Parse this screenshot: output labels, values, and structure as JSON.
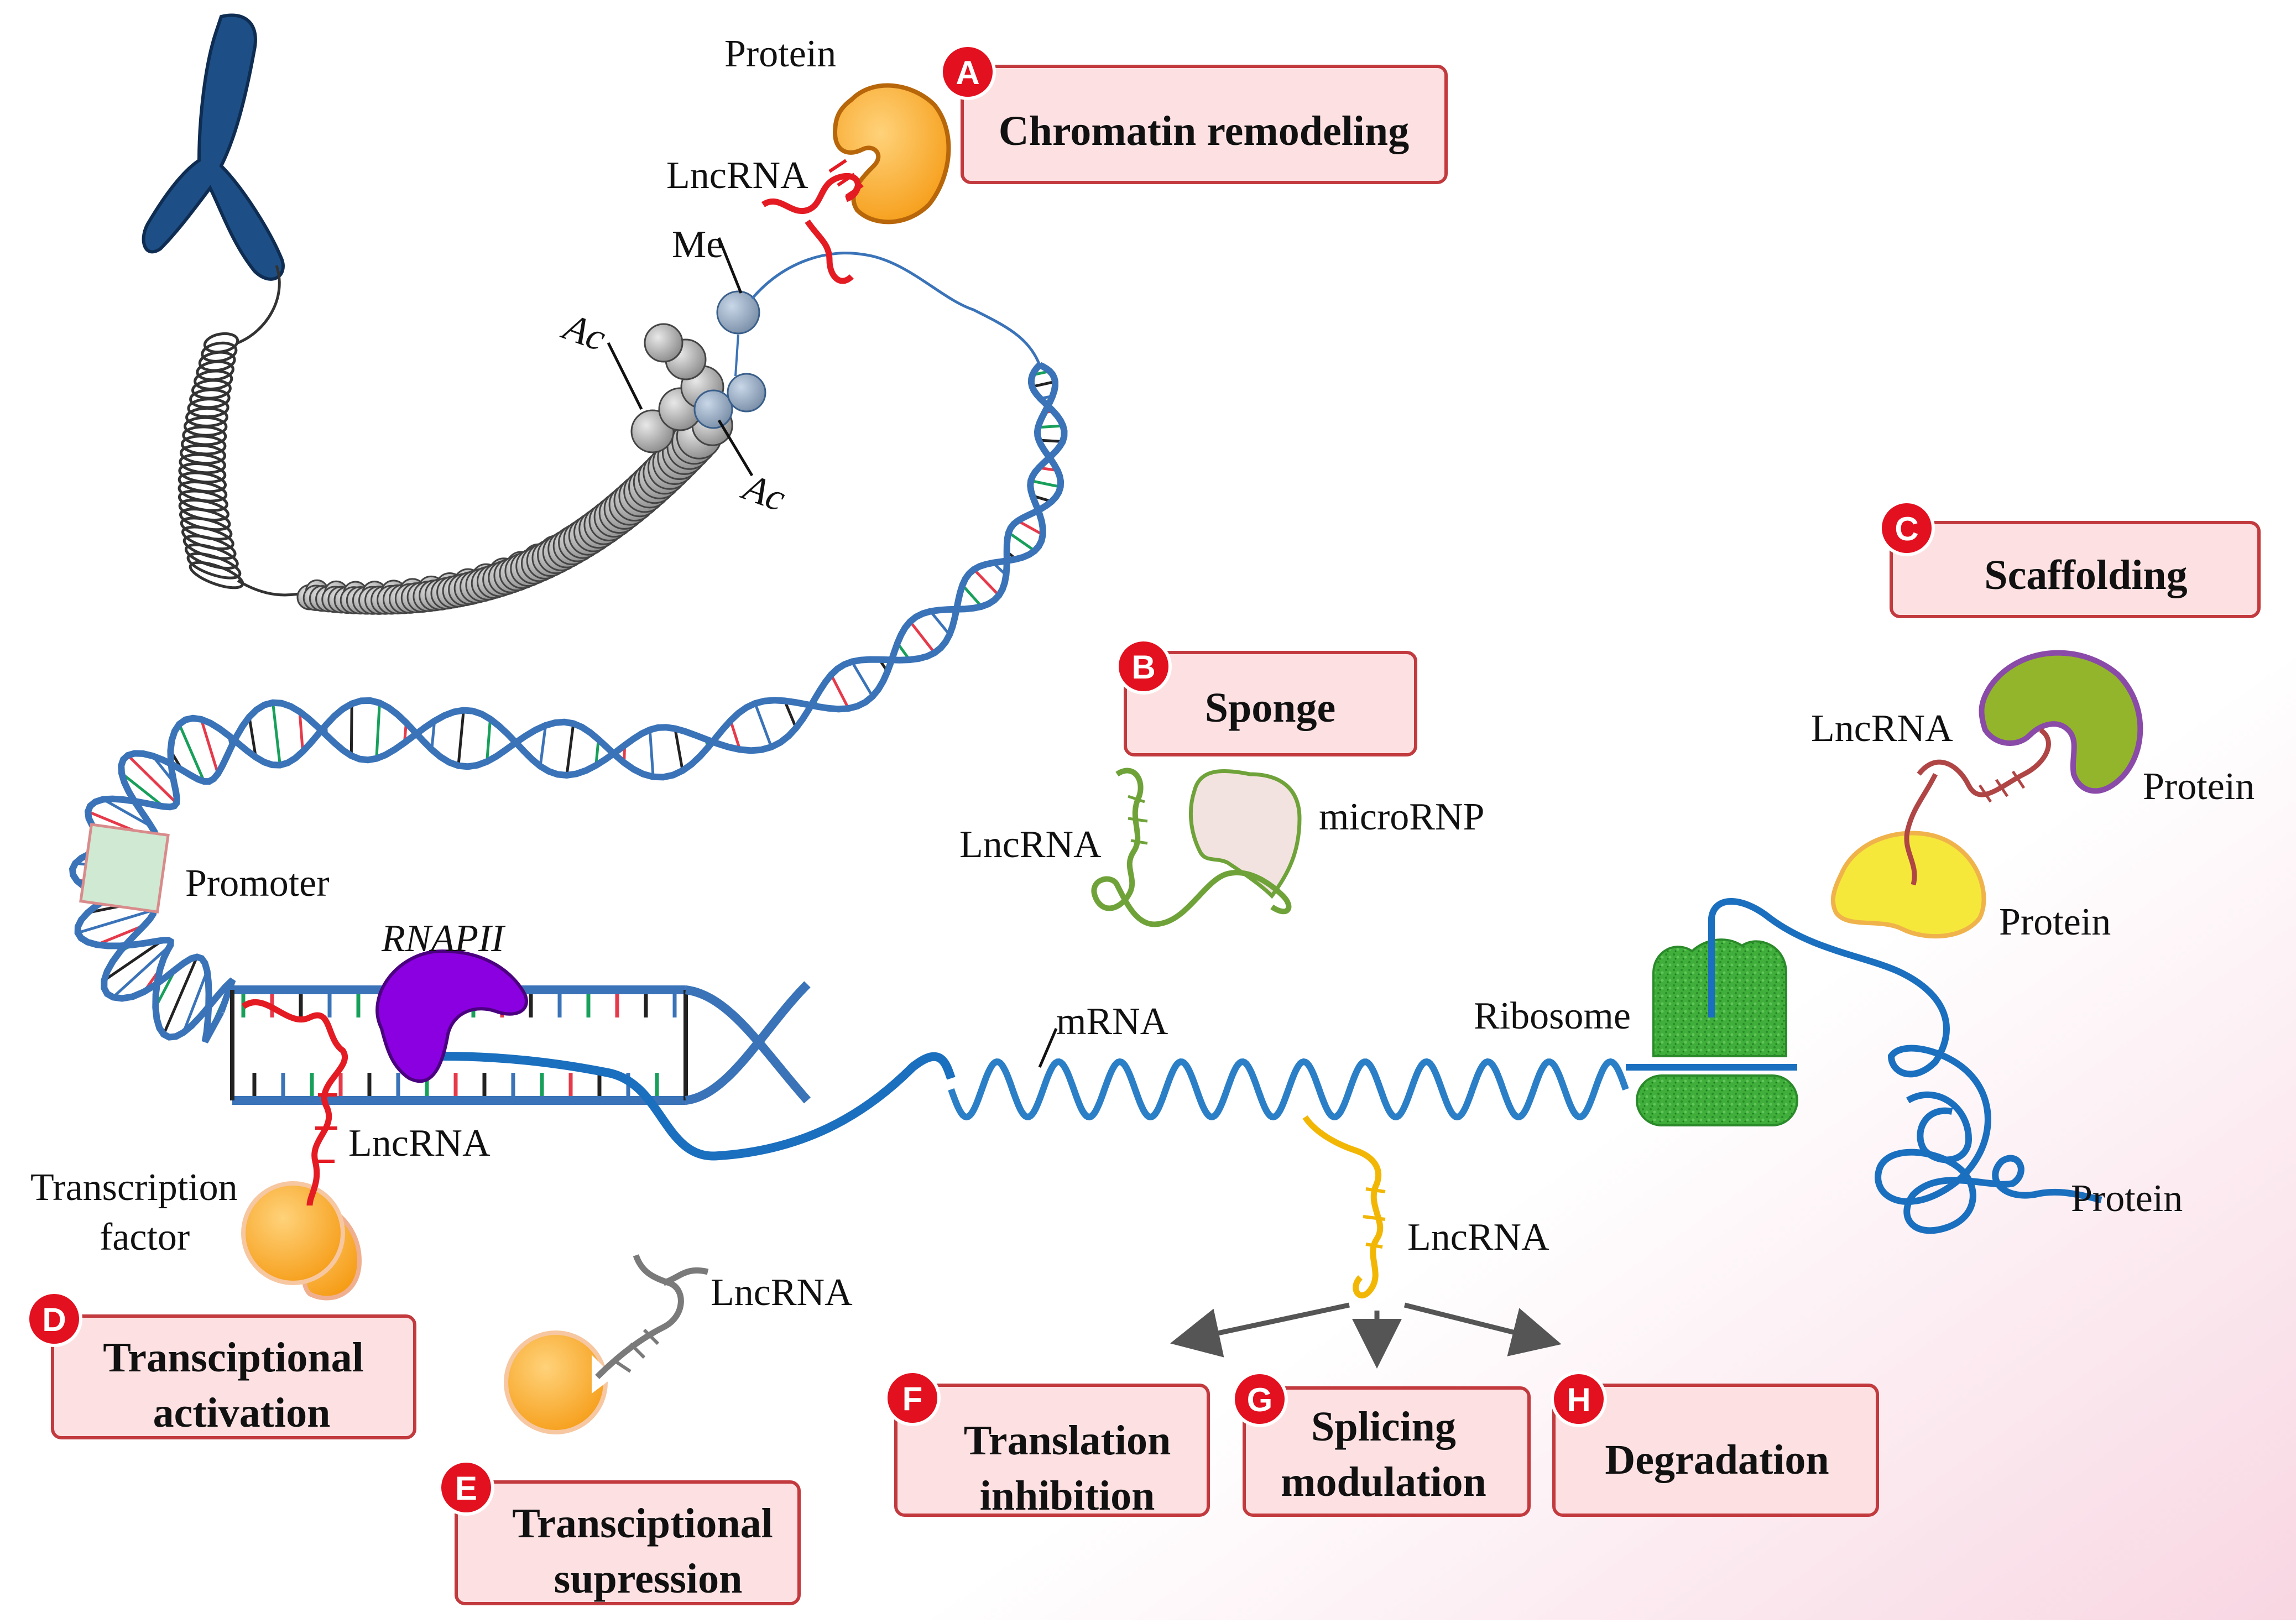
{
  "labels": {
    "protein_a": "Protein",
    "lncrna_a": "LncRNA",
    "me": "Me",
    "ac_top": "Ac",
    "ac_bottom": "Ac",
    "promoter": "Promoter",
    "rnapii": "RNAPII",
    "lncrna_d": "LncRNA",
    "tf_line1": "Transcription",
    "tf_line2": "factor",
    "lncrna_e": "LncRNA",
    "lncrna_b": "LncRNA",
    "micrornp": "microRNP",
    "mrna": "mRNA",
    "ribosome": "Ribosome",
    "lncrna_fgh": "LncRNA",
    "lncrna_c": "LncRNA",
    "protein_c1": "Protein",
    "protein_c2": "Protein",
    "protein_ribo": "Protein"
  },
  "boxes": {
    "a": {
      "badge": "A",
      "line1": "Chromatin remodeling"
    },
    "b": {
      "badge": "B",
      "line1": "Sponge"
    },
    "c": {
      "badge": "C",
      "line1": "Scaffolding"
    },
    "d": {
      "badge": "D",
      "line1": "Transciptional",
      "line2": "activation"
    },
    "e": {
      "badge": "E",
      "line1": "Transciptional",
      "line2": "supression"
    },
    "f": {
      "badge": "F",
      "line1": "Translation",
      "line2": "inhibition"
    },
    "g": {
      "badge": "G",
      "line1": "Splicing",
      "line2": "modulation"
    },
    "h": {
      "badge": "H",
      "line1": "Degradation"
    }
  },
  "colors": {
    "box_fill": "#fde1e2",
    "box_stroke": "#c23a3e",
    "badge": "#e3101f",
    "dna": "#3a73b8",
    "lncrna_red": "#e41b23",
    "lncrna_yellow": "#f2b705",
    "lncrna_green": "#6fa33a",
    "lncrna_gray": "#808080",
    "protein_orange": "#f7a21b",
    "rnapii": "#8a00e0",
    "ribosome": "#3ea83a",
    "scaffold_green": "#93b52c",
    "scaffold_yellow": "#f5e83a",
    "chromosome": "#1d4f86"
  }
}
